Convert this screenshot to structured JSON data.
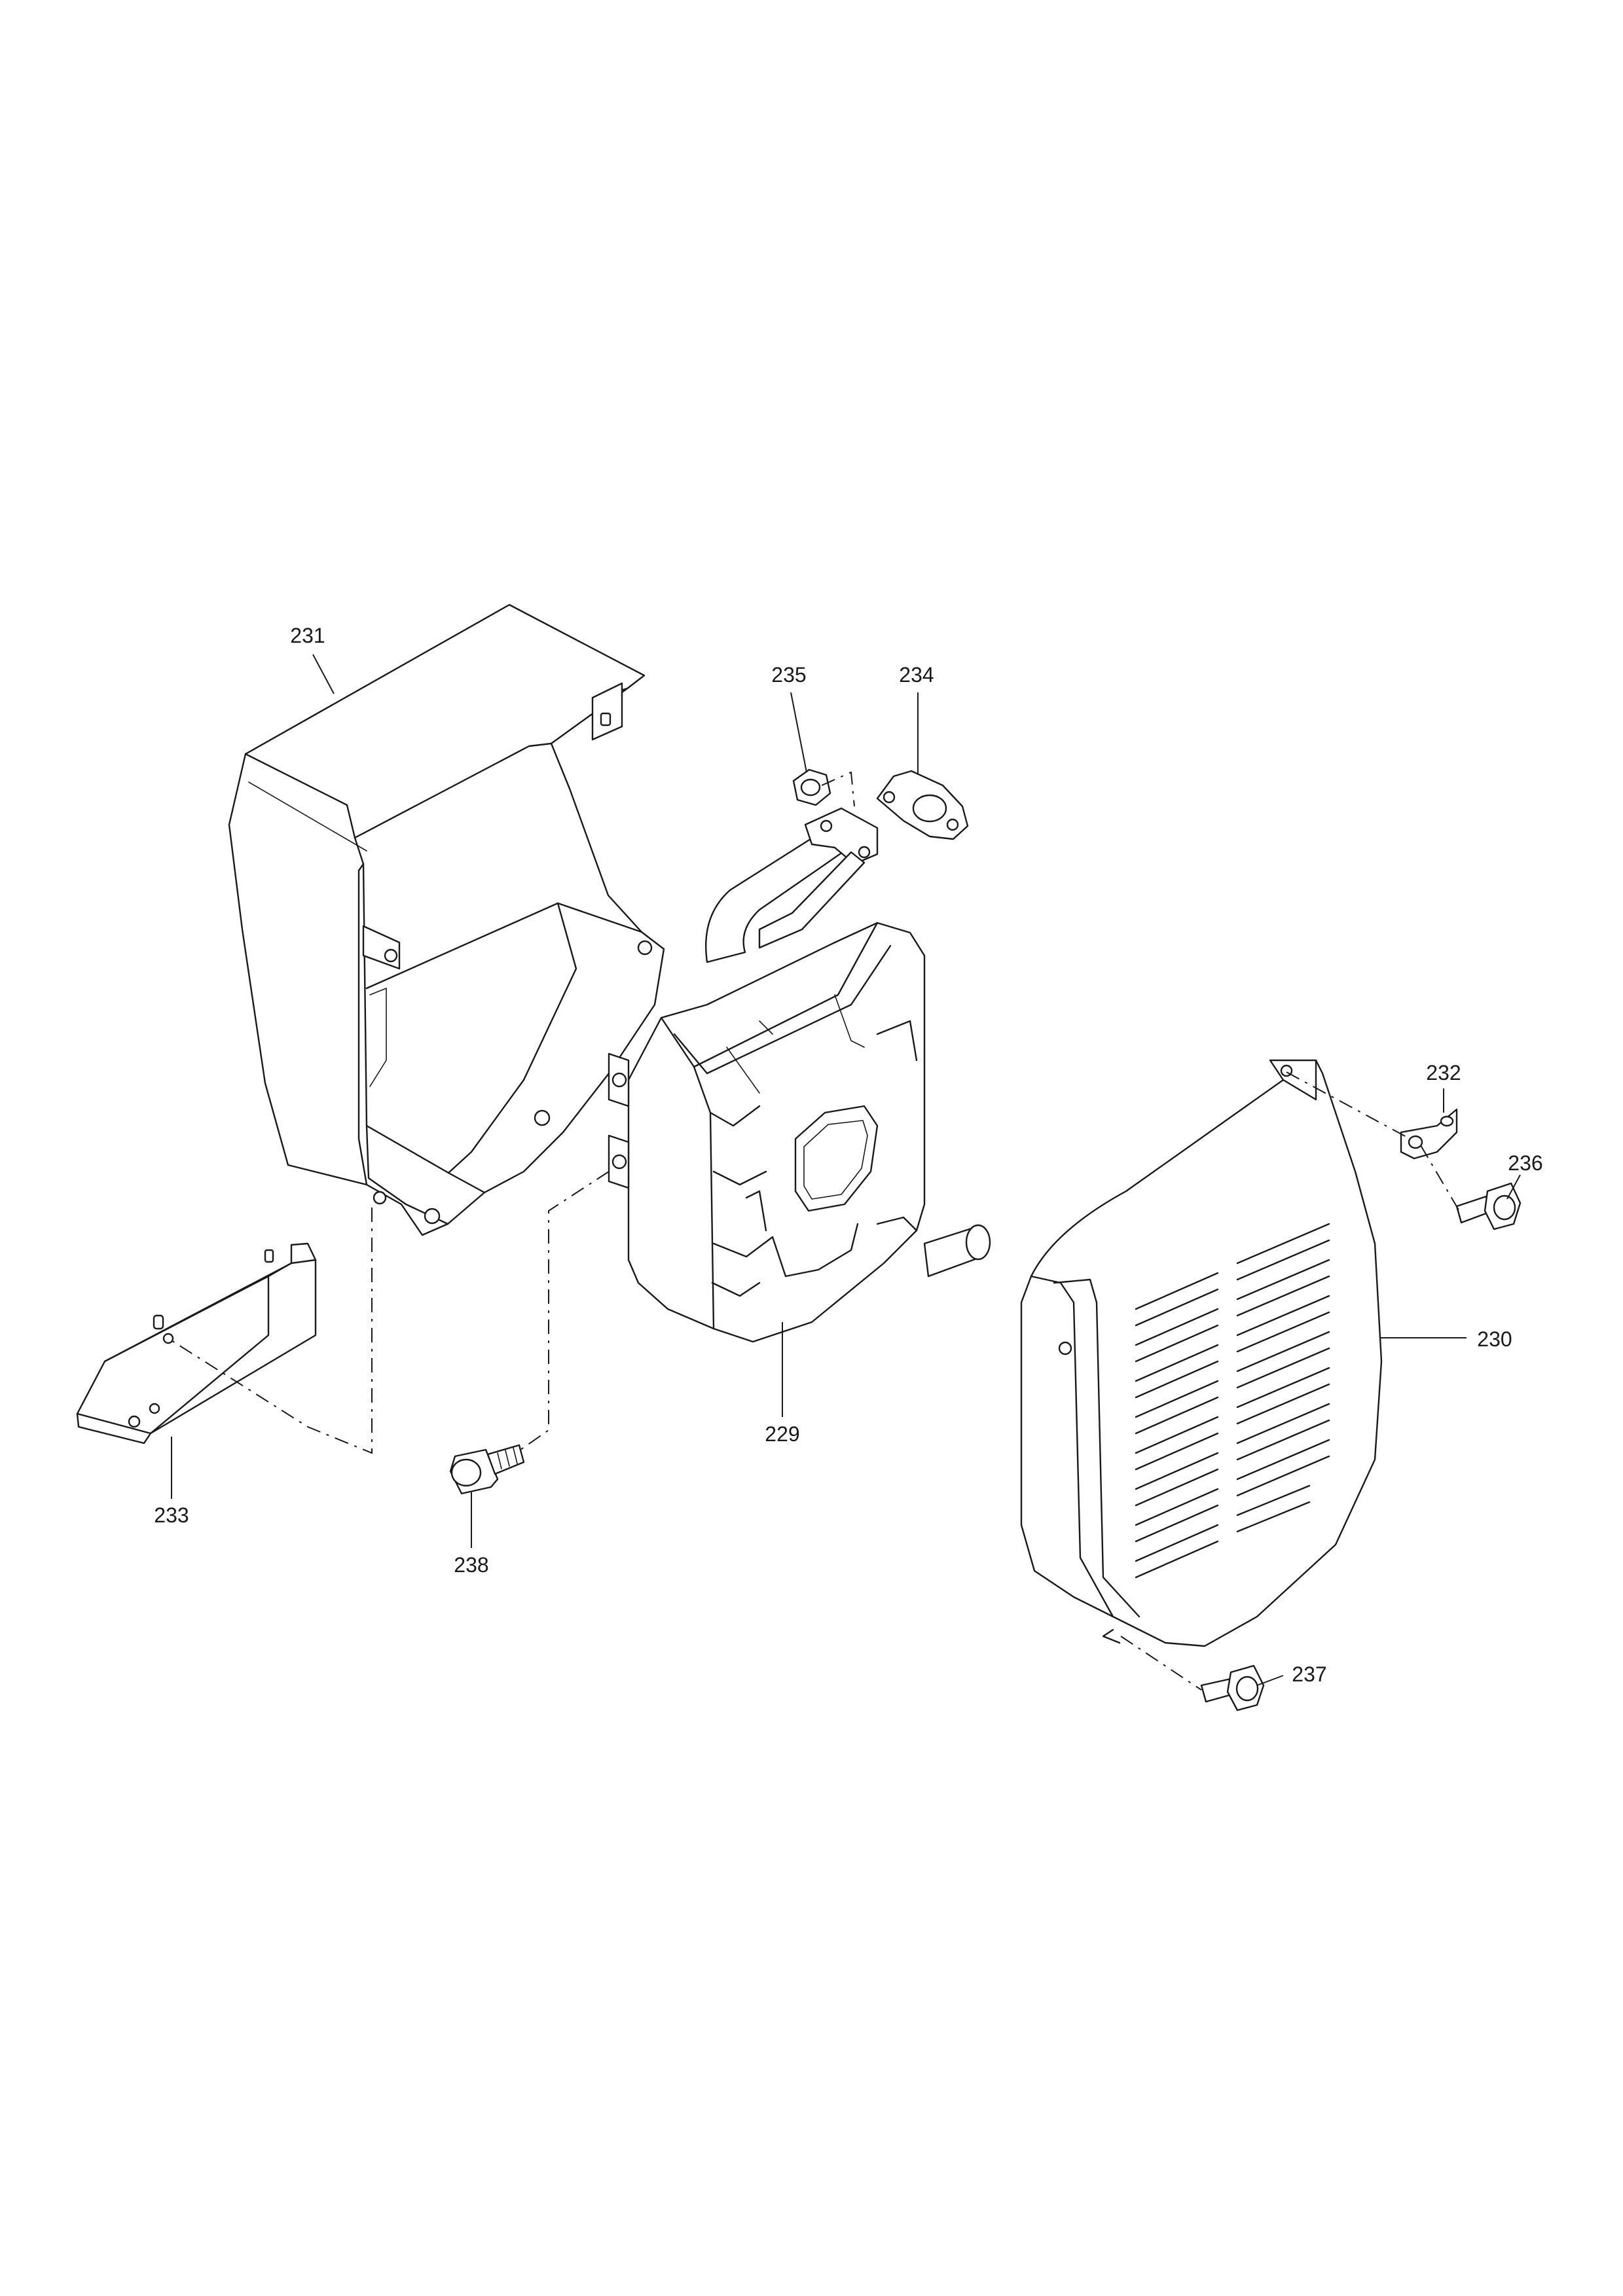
{
  "diagram": {
    "callouts": [
      {
        "id": "229",
        "label": "229"
      },
      {
        "id": "230",
        "label": "230"
      },
      {
        "id": "231",
        "label": "231"
      },
      {
        "id": "232",
        "label": "232"
      },
      {
        "id": "233",
        "label": "233"
      },
      {
        "id": "234",
        "label": "234"
      },
      {
        "id": "235",
        "label": "235"
      },
      {
        "id": "236",
        "label": "236"
      },
      {
        "id": "237",
        "label": "237"
      },
      {
        "id": "238",
        "label": "238"
      }
    ]
  }
}
